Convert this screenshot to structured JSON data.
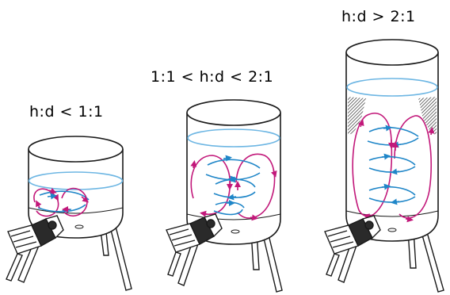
{
  "labels": {
    "short_tank": "h:d < 1:1",
    "medium_tank": "1:1 < h:d < 2:1",
    "tall_tank": "h:d > 2:1"
  },
  "colors": {
    "outline": "#1a1a1a",
    "liquid_line": "#6db6e3",
    "flow_magenta": "#c2187a",
    "flow_blue": "#1f86c8"
  },
  "icons": [
    "tank-icon",
    "agitator-motor-icon",
    "tank-leg-icon",
    "flow-arrow-icon"
  ]
}
